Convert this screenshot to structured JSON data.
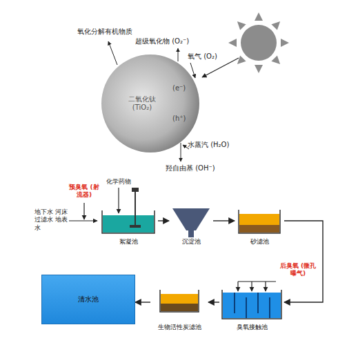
{
  "diagram": {
    "nodes": [
      {
        "text": [
          "二氧化钛 (TiO₂)",
          "(e⁻)",
          "(h⁺)"
        ]
      },
      {
        "text": [
          "絮凝池"
        ]
      },
      {
        "text": [
          "沉淀池"
        ]
      },
      {
        "text": [
          "砂滤池"
        ]
      },
      {
        "text": [
          "臭氧接触池"
        ]
      },
      {
        "text": [
          "生物活性炭滤池"
        ]
      },
      {
        "text": [
          "清水池"
        ]
      }
    ],
    "edges": [
      {
        "from": 1,
        "to": 2,
        "arrow": "to"
      },
      {
        "from": 2,
        "to": 3,
        "arrow": "to"
      },
      {
        "from": 3,
        "to": 4,
        "arrow": "to"
      },
      {
        "from": 4,
        "to": 5,
        "arrow": "to"
      },
      {
        "from": 5,
        "to": 6,
        "arrow": "to"
      }
    ],
    "labels": [
      "氧化分解有机物质",
      "超级氧化物 (O₂⁻)",
      "氧气 (O₂)",
      "水蒸汽 (H₂O)",
      "羟自由基 (OH⁻)",
      "预臭氧 (射流器)",
      "化学药物",
      "地下水 河床过滤水 地表水",
      "后臭氧 (微孔曝气)"
    ]
  }
}
